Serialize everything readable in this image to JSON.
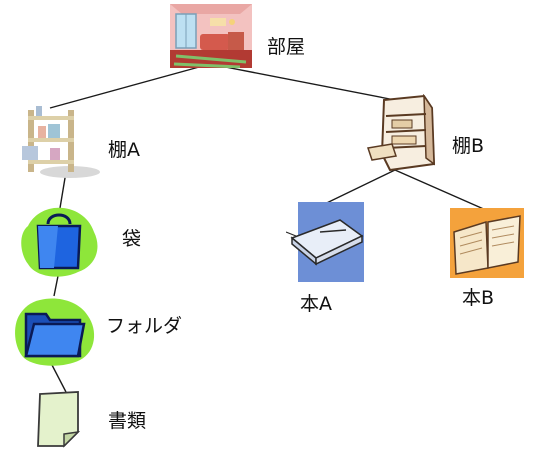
{
  "diagram": {
    "nodes": [
      {
        "id": "room",
        "label": "部屋",
        "icon": "room-interior-icon"
      },
      {
        "id": "shelfA",
        "label": "棚A",
        "icon": "shelf-with-items-icon"
      },
      {
        "id": "shelfB",
        "label": "棚B",
        "icon": "bookshelf-icon"
      },
      {
        "id": "bag",
        "label": "袋",
        "icon": "shopping-bag-icon"
      },
      {
        "id": "folder",
        "label": "フォルダ",
        "icon": "folder-icon"
      },
      {
        "id": "docs",
        "label": "書類",
        "icon": "document-icon"
      },
      {
        "id": "bookA",
        "label": "本A",
        "icon": "closed-book-icon"
      },
      {
        "id": "bookB",
        "label": "本B",
        "icon": "open-book-icon"
      }
    ],
    "edges": [
      [
        "room",
        "shelfA"
      ],
      [
        "room",
        "shelfB"
      ],
      [
        "shelfA",
        "bag"
      ],
      [
        "bag",
        "folder"
      ],
      [
        "folder",
        "docs"
      ],
      [
        "shelfB",
        "bookA"
      ],
      [
        "shelfB",
        "bookB"
      ]
    ]
  },
  "colors": {
    "line": "#1a1a1a",
    "green_blob": "#8ee63a",
    "bag_blue": "#1e64e0",
    "book_a_bg": "#6d8fd6",
    "book_b_bg": "#f4a23c",
    "doc_green": "#e4f2cc"
  }
}
